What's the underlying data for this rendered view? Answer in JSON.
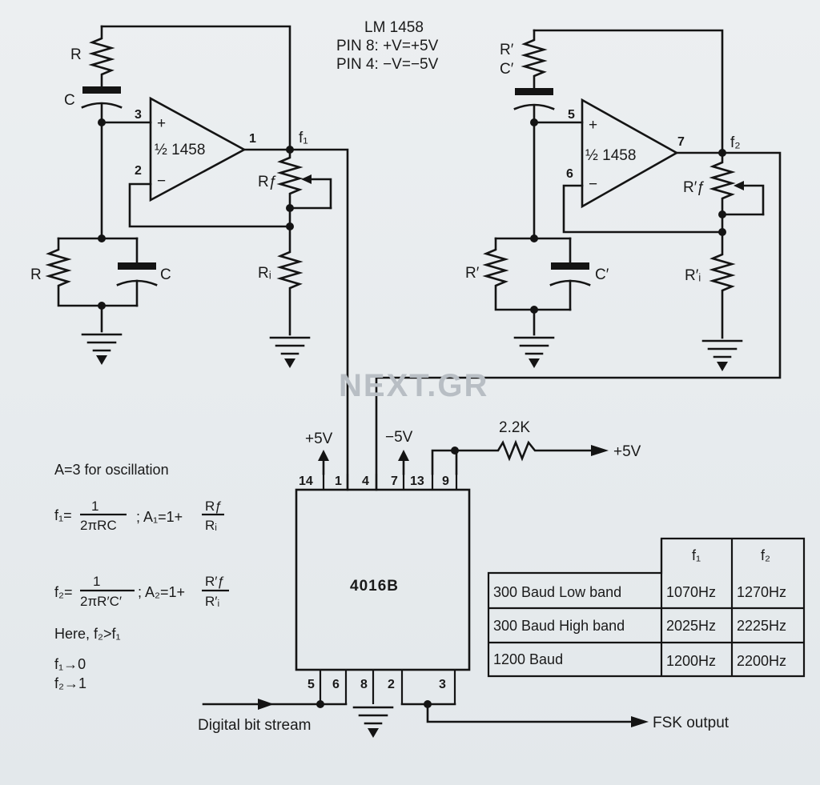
{
  "header": {
    "chip": "LM 1458",
    "pin8": "PIN 8: +V=+5V",
    "pin4": "PIN 4: −V=−5V"
  },
  "watermark": "NEXT.GR",
  "osc1": {
    "r_top": "R",
    "c_top": "C",
    "r_bottom": "R",
    "c_bottom": "C",
    "opamp": "½ 1458",
    "pin_plus": "3",
    "pin_minus": "2",
    "pin_out": "1",
    "plus": "+",
    "minus": "−",
    "out_label": "f₁",
    "rf": "Rƒ",
    "ri": "Rᵢ"
  },
  "osc2": {
    "r_top": "R′",
    "c_top": "C′",
    "r_bottom": "R′",
    "c_bottom": "C′",
    "opamp": "½ 1458",
    "pin_plus": "5",
    "pin_minus": "6",
    "pin_out": "7",
    "plus": "+",
    "minus": "−",
    "out_label": "f₂",
    "rf": "R′ƒ",
    "ri": "R′ᵢ"
  },
  "switch": {
    "name": "4016B",
    "top_pins": [
      "14",
      "1",
      "4",
      "7",
      "13",
      "9"
    ],
    "bottom_pins": [
      "5",
      "6",
      "8",
      "2",
      "3"
    ],
    "vplus": "+5V",
    "vminus": "−5V",
    "pullup": "2.2K",
    "pullup_to": "+5V",
    "input": "Digital bit stream",
    "output": "FSK output"
  },
  "notes": {
    "osc_condition": "A=3 for oscillation",
    "f1_left": "f₁=",
    "f1_num": "1",
    "f1_den": "2πRC",
    "a1_left": "; A₁=1+",
    "a1_num": "Rƒ",
    "a1_den": "Rᵢ",
    "f2_left": "f₂=",
    "f2_num": "1",
    "f2_den": "2πR′C′",
    "a2_left": "; A₂=1+",
    "a2_num": "R′ƒ",
    "a2_den": "R′ᵢ",
    "here": "Here, f₂>f₁",
    "map0": "f₁→0",
    "map1": "f₂→1"
  },
  "table": {
    "headers": [
      "",
      "f₁",
      "f₂"
    ],
    "rows": [
      [
        "300 Baud Low band",
        "1070Hz",
        "1270Hz"
      ],
      [
        "300 Baud High band",
        "2025Hz",
        "2225Hz"
      ],
      [
        "1200 Baud",
        "1200Hz",
        "2200Hz"
      ]
    ]
  }
}
